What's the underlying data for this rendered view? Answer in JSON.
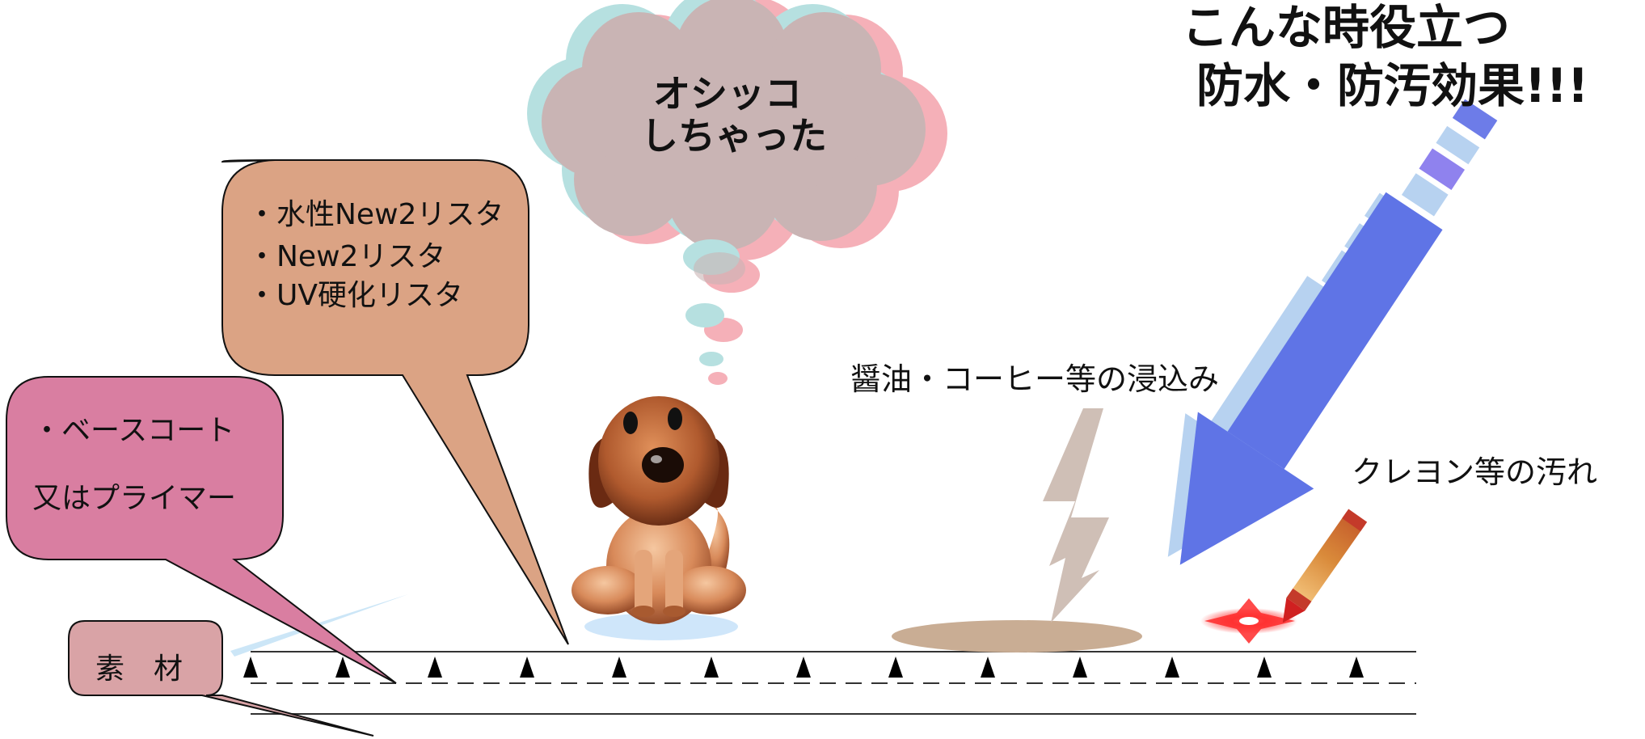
{
  "title": {
    "line1": "こんな時役立つ",
    "line2": "防水・防汚効果!!!"
  },
  "thought_bubble": {
    "line1": "オシッコ",
    "line2": "しちゃった"
  },
  "topcoat_callout": {
    "items": [
      "・水性New2リスタ",
      "・New2リスタ",
      "・UV硬化リスタ"
    ]
  },
  "basecoat_callout": {
    "line1": "・ベースコート",
    "line2": "又はプライマー"
  },
  "substrate_callout": {
    "label": "素　材"
  },
  "labels": {
    "soy_coffee": "醤油・コーヒー等の浸込み",
    "crayon": "クレヨン等の汚れ"
  },
  "colors": {
    "topcoat_bubble": "#dba384",
    "basecoat_bubble": "#d97ea1",
    "substrate_bubble": "#d9a3a6",
    "cloud_main": "#c9b4b4",
    "cloud_cyan": "#b6e0e0",
    "cloud_pink": "#f5b0b8",
    "big_arrow": "#5f74e6",
    "stain": "#c9ad94",
    "lightning": "#cfbfb6",
    "puddle": "#cfe6fa",
    "red_splash": "#ff2a2a"
  },
  "icons": [
    "dog-icon",
    "crayon-icon",
    "lightning-arrow-icon",
    "big-arrow-icon",
    "thought-cloud-icon"
  ]
}
